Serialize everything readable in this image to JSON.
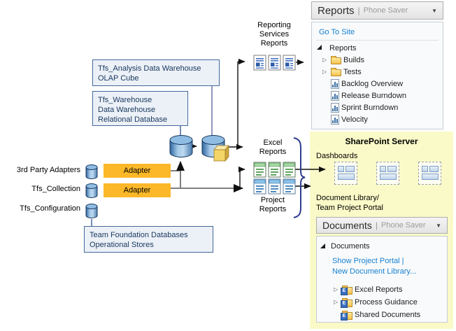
{
  "diagram": {
    "boxes": {
      "analysis": [
        "Tfs_Analysis Data Warehouse",
        "OLAP Cube"
      ],
      "warehouse": [
        "Tfs_Warehouse",
        "Data Warehouse",
        "Relational Database"
      ],
      "operational": [
        "Team Foundation Databases",
        "Operational Stores"
      ]
    },
    "side_labels": {
      "third_party": "3rd Party Adapters",
      "collection": "Tfs_Collection",
      "configuration": "Tfs_Configuration"
    },
    "adapter_label": "Adapter",
    "group_labels": {
      "reporting_services": [
        "Reporting",
        "Services",
        "Reports"
      ],
      "excel": [
        "Excel",
        "Reports"
      ],
      "project": [
        "Project",
        "Reports"
      ]
    }
  },
  "reports_panel": {
    "title": "Reports",
    "separator": "|",
    "subtitle": "Phone Saver",
    "link": "Go To Site",
    "tree": [
      {
        "label": "Reports",
        "icon": "none",
        "expander": "open",
        "indent": 0
      },
      {
        "label": "Builds",
        "icon": "folder",
        "expander": "closed",
        "indent": 1
      },
      {
        "label": "Tests",
        "icon": "folder",
        "expander": "closed",
        "indent": 1
      },
      {
        "label": "Backlog Overview",
        "icon": "chart",
        "expander": "none",
        "indent": 1
      },
      {
        "label": "Release Burndown",
        "icon": "chart",
        "expander": "none",
        "indent": 1
      },
      {
        "label": "Sprint Burndown",
        "icon": "chart",
        "expander": "none",
        "indent": 1
      },
      {
        "label": "Velocity",
        "icon": "chart",
        "expander": "none",
        "indent": 1
      }
    ]
  },
  "sharepoint": {
    "title": "SharePoint Server",
    "dashboards_label": "Dashboards",
    "doc_library_label": [
      "Document Library/",
      "Team Project Portal"
    ]
  },
  "documents_panel": {
    "title": "Documents",
    "separator": "|",
    "subtitle": "Phone Saver",
    "root": {
      "label": "Documents",
      "icon": "none",
      "expander": "open",
      "indent": 0
    },
    "links": [
      "Show Project Portal |",
      "New Document Library..."
    ],
    "tree": [
      {
        "label": "Excel Reports",
        "icon": "doclib",
        "expander": "closed",
        "indent": 1
      },
      {
        "label": "Process Guidance",
        "icon": "doclib",
        "expander": "closed",
        "indent": 1
      },
      {
        "label": "Shared Documents",
        "icon": "doclib",
        "expander": "none",
        "indent": 1
      }
    ]
  },
  "colors": {
    "link_blue": "#1581D1",
    "adapter_orange": "#FCB829",
    "sharepoint_yellow": "#FAFAC8",
    "box_fill": "#ECF1F7",
    "box_border": "#44689D",
    "box_text": "#17375E",
    "brace_blue": "#2E3C8F"
  }
}
